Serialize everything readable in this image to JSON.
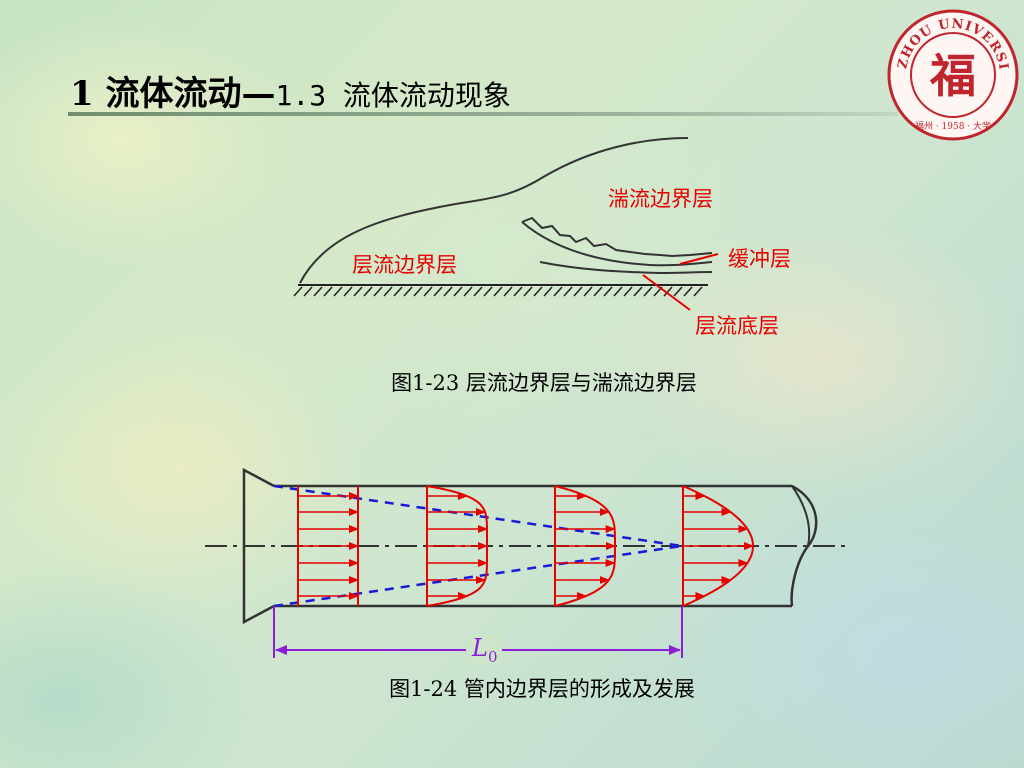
{
  "slide": {
    "title_main": "1 流体流动—",
    "title_sub": "1.3 流体流动现象"
  },
  "logo": {
    "ring_text": "FUZHOU UNIVERSITY",
    "glyph": "福",
    "bottom_text": "福州 · 1958 · 大学"
  },
  "figure_1_23": {
    "label_turbulent": "湍流边界层",
    "label_laminar": "层流边界层",
    "label_buffer": "缓冲层",
    "label_sublayer": "层流底层",
    "caption": "图1-23 层流边界层与湍流边界层"
  },
  "figure_1_24": {
    "length_label": "L",
    "length_subscript": "0",
    "caption": "图1-24 管内边界层的形成及发展"
  },
  "colors": {
    "annotation": "#e60000",
    "outline": "#333333",
    "boundary_dashed": "#0000cc",
    "dimension": "#8a1fd6",
    "logo": "#c0242c"
  }
}
